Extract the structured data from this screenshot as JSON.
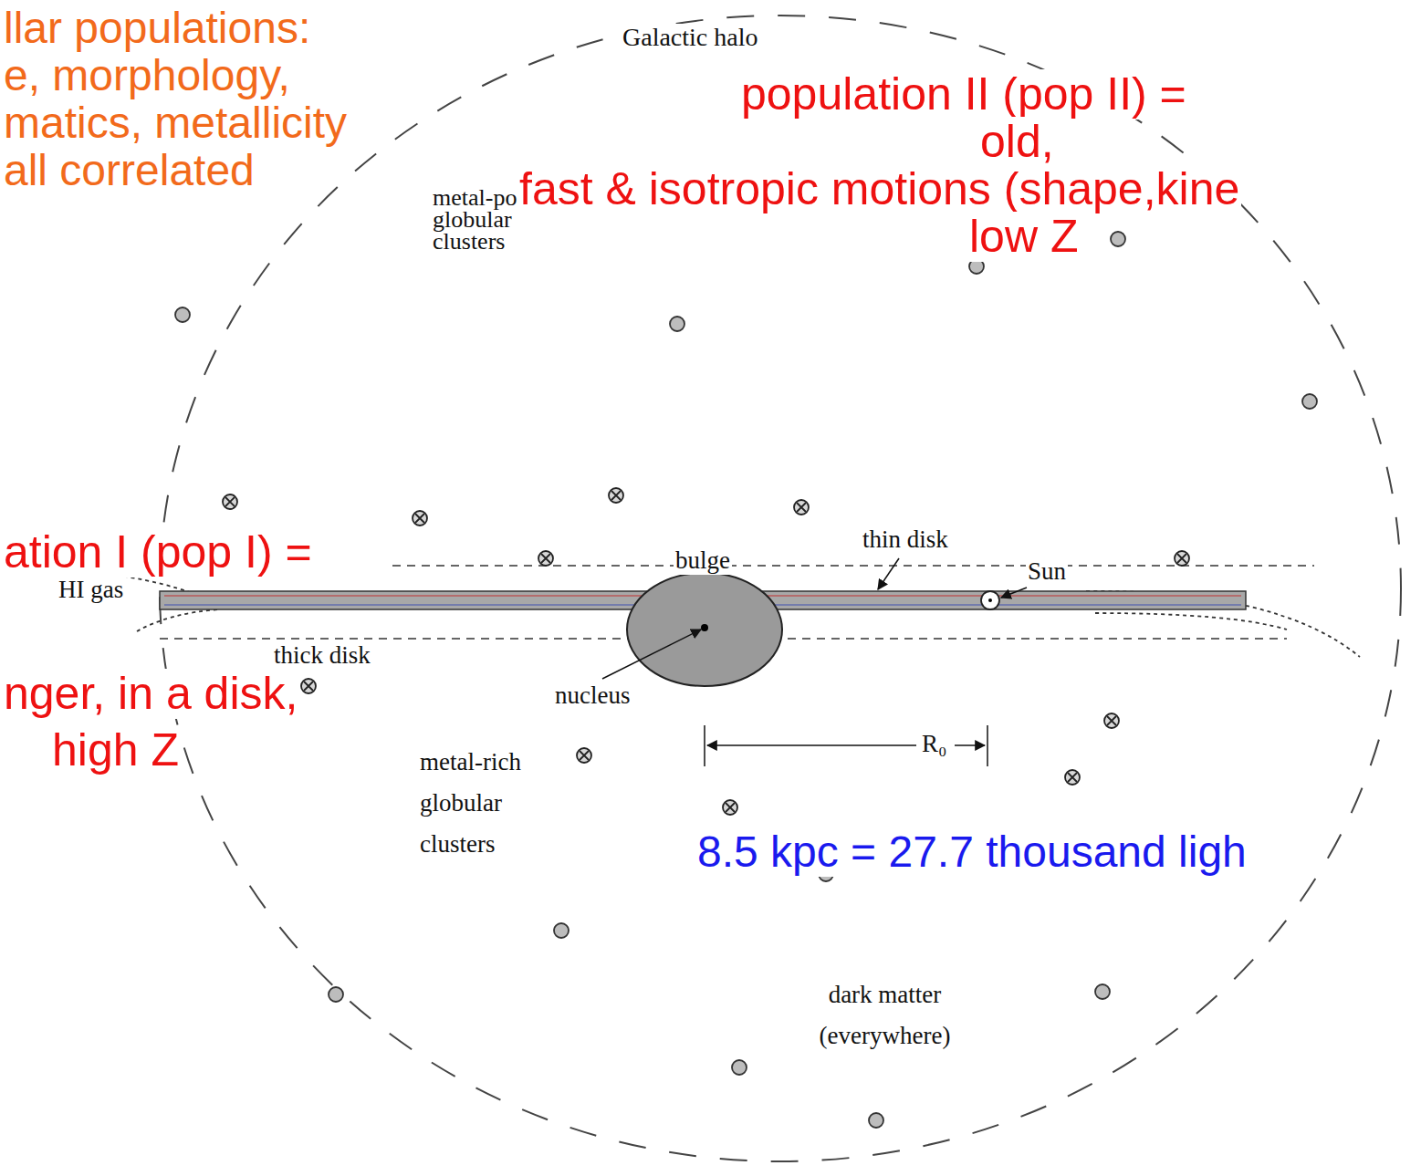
{
  "diagram": {
    "labels": [
      "llar populations:",
      "e, morphology,",
      "matics, metallicity",
      "all correlated",
      "Galactic halo",
      "population II (pop II) =",
      "old,",
      "metal-poor globular clusters",
      "fast & isotropic motions (shape,kine",
      "low Z",
      "thin disk",
      "ation I (pop I) =",
      "bulge",
      "Sun",
      "HI gas",
      "thick disk",
      "nger, in a disk,",
      "nucleus",
      "high Z",
      "R₀",
      "metal-rich globular clusters",
      "8.5 kpc = 27.7 thousand ligh",
      "dark matter (everywhere)"
    ]
  }
}
